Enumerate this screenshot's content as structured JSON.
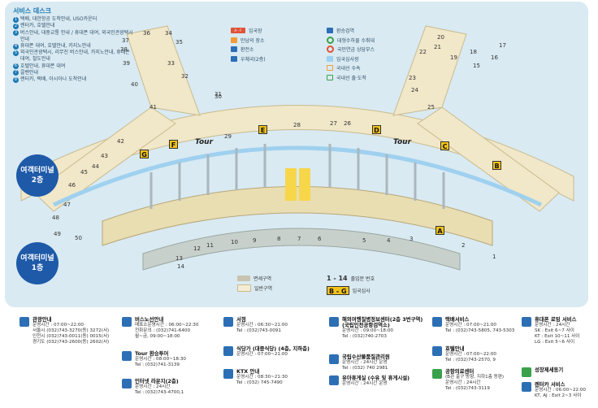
{
  "desk": {
    "title": "서비스 데스크",
    "items": [
      {
        "n": "1",
        "text": "택배, 대한항공 도착안내, USO카운터"
      },
      {
        "n": "2",
        "text": "렌터카, 호텔안내"
      },
      {
        "n": "3",
        "text": "버스안내, 대중교통 안내 / 휴대폰 대여, 외국인관광택시안내"
      },
      {
        "n": "4",
        "text": "휴대폰 대여, 호텔안내, 카지노안내"
      },
      {
        "n": "5",
        "text": "외국인관광택시, 리무진 버스안내, 카지노안내, 휴대폰 대여, 철도안내"
      },
      {
        "n": "6",
        "text": "호텔안내, 휴대폰 대여"
      },
      {
        "n": "7",
        "text": "콜밴안내"
      },
      {
        "n": "8",
        "text": "렌터카, 택배, 아시아나 도착안내"
      }
    ]
  },
  "legend_left": [
    {
      "icon": "A - F",
      "text": "입국장"
    },
    {
      "icon": "만남",
      "text": "만남의 장소"
    },
    {
      "icon": "₩",
      "text": "환전소"
    },
    {
      "icon": "✉",
      "text": "우체국(2층)"
    }
  ],
  "legend_right": [
    {
      "icon": "검역",
      "text": "환승검역"
    },
    {
      "icon": "○",
      "text": "대형수하물 수취대"
    },
    {
      "icon": "○",
      "text": "국민연금 상담부스"
    },
    {
      "icon": "■",
      "text": "입국심사장"
    },
    {
      "icon": "□",
      "text": "국내선 수속"
    },
    {
      "icon": "□",
      "text": "국내선 출·도착"
    }
  ],
  "floors": {
    "f2": {
      "line1": "여객터미널",
      "line2": "2층"
    },
    "f1": {
      "line1": "여객터미널",
      "line2": "1층"
    }
  },
  "gates": [
    "1",
    "2",
    "3",
    "4",
    "5",
    "6",
    "7",
    "8",
    "9",
    "10",
    "11",
    "12",
    "13",
    "14",
    "15",
    "16",
    "17",
    "18",
    "19",
    "20",
    "21",
    "22",
    "23",
    "24",
    "25",
    "26",
    "27",
    "28",
    "29",
    "30",
    "31",
    "32",
    "33",
    "34",
    "35",
    "36",
    "37",
    "38",
    "39",
    "40",
    "41",
    "42",
    "43",
    "44",
    "45",
    "46",
    "47",
    "48",
    "49",
    "50"
  ],
  "gate_letters": [
    "A",
    "B",
    "C",
    "D",
    "E",
    "F",
    "G"
  ],
  "tour_label": "Tour",
  "bottom_legend": {
    "area1": "면세구역",
    "area2": "일반구역",
    "range": "1 - 14",
    "range_text": "출입문 번호",
    "bg": "B - G",
    "bg_text": "입국심사"
  },
  "services": [
    {
      "title": "관광안내",
      "lines": [
        "운영시간 : 07:00~22:00",
        "서울시 (032)743-3270(동) 3272(서)",
        "인천시 (032)743-0011(동) 0015(서)",
        "경기도 (032)743-2600(동) 2602(서)"
      ]
    },
    {
      "title": "버스노선안내",
      "lines": [
        "매표소운영시간 : 06:00~22:30",
        "전화문의 : (032)741-6400",
        "월~금, 09:00~18:00"
      ]
    },
    {
      "title": "Tour 환승투어",
      "lines": [
        "운영시간 : 08:00~18:30",
        "Tel : (032)741-3139"
      ]
    },
    {
      "title": "인터넷 라운지(2층)",
      "lines": [
        "운영시간 : 24시간",
        "Tel : (032)743-4700,1"
      ]
    },
    {
      "title": "서점",
      "lines": [
        "운영시간 : 06:30~21:00",
        "Tel : (032)743-0091"
      ]
    },
    {
      "title": "식당가 (대중식당) (4층, 지하층)",
      "lines": [
        "운영시간 : 07:00~21:00"
      ]
    },
    {
      "title": "KTX 안내",
      "lines": [
        "운영시간 : 08:30~21:30",
        "Tel : (032) 745-7490"
      ]
    },
    {
      "title": "해외여행질병정보센터(2층 3번구역) (국립인천공항검역소)",
      "lines": [
        "운영시간 : 09:00~18:00",
        "Tel : (032)740-2703"
      ]
    },
    {
      "title": "국립수산물품질관리원",
      "lines": [
        "운영시간 : 24시간 운영",
        "Tel : (032) 740 2981"
      ]
    },
    {
      "title": "유아휴게실 (수유 및 휴게시설)",
      "lines": [
        "운영시간 : 24시간 운영"
      ]
    },
    {
      "title": "택배서비스",
      "lines": [
        "운영시간 : 07:00~21:00",
        "Tel : (032)743-5805, 743-5303"
      ]
    },
    {
      "title": "호텔안내",
      "lines": [
        "운영시간 : 07:00~22:00",
        "Tel : (032)743-2570, 9"
      ]
    },
    {
      "title": "공항의료센터",
      "lines": [
        "(B관 출구 방향, 지하1층 동편)",
        "운영시간 : 24시간",
        "Tel : (032)743-3119"
      ]
    },
    {
      "title": "휴대폰 로밍 서비스",
      "lines": [
        "운영시간 : 24시간",
        "SK : Exit 6~7 사이",
        "KT : Exit 10~11 사이",
        "LG : Exit 5~6 사이"
      ]
    },
    {
      "title": "성장제세동기",
      "lines": []
    },
    {
      "title": "렌터카 서비스",
      "lines": [
        "운영시간 : 06:00~22:00",
        "KT, AJ : Exit 2~3 사이"
      ]
    }
  ],
  "colors": {
    "panel": "#d9eaf2",
    "terminal": "#f4ecd3",
    "airside": "#ede0bb",
    "accent": "#1b78b4",
    "floor_badge": "#1e5aa8",
    "gate_letter": "#f3c21a"
  }
}
